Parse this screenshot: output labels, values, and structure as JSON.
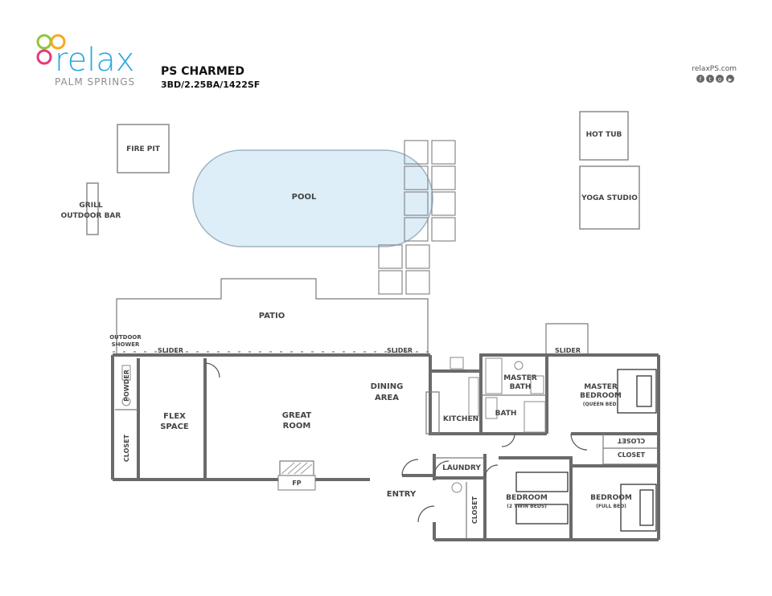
{
  "brand": {
    "name": "relax",
    "location": "PALM SPRINGS",
    "website": "relaxPS.com",
    "colors": {
      "green": "#8cc63f",
      "orange": "#f7a823",
      "pink": "#e5397b",
      "blue": "#27a9e1",
      "purple": "#8b5ea8",
      "gray": "#8a8f94"
    },
    "social_icons": [
      "facebook-icon",
      "twitter-icon",
      "instagram-icon",
      "youtube-icon"
    ]
  },
  "property": {
    "name": "PS CHARMED",
    "details": "3BD/2.25BA/1422SF"
  },
  "colors": {
    "pool_fill": "#deeef8",
    "wall": "#6a6a6a",
    "label": "#444444"
  },
  "labels": {
    "fire_pit": "FIRE PIT",
    "grill": "GRILL",
    "outdoor_bar": "OUTDOOR BAR",
    "pool": "POOL",
    "hot_tub": "HOT TUB",
    "yoga_studio": "YOGA STUDIO",
    "patio": "PATIO",
    "outdoor": "OUTDOOR",
    "shower": "SHOWER",
    "slider": "SLIDER",
    "powder": "POWDER",
    "closet": "CLOSET",
    "flex": "FLEX",
    "space": "SPACE",
    "great": "GREAT",
    "room": "ROOM",
    "dining": "DINING",
    "area": "AREA",
    "kitchen": "KITCHEN",
    "master": "MASTER",
    "bath": "BATH",
    "bedroom": "BEDROOM",
    "queen_bed": "(QUEEN BED)",
    "laundry": "LAUNDRY",
    "entry": "ENTRY",
    "fp": "FP",
    "twin_beds": "(2 TWIN BEDS)",
    "full_bed": "(FULL BED)"
  }
}
